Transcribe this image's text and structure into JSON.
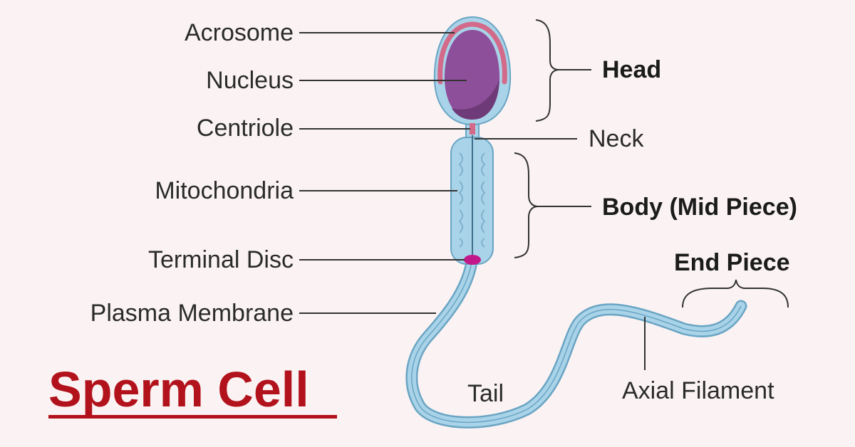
{
  "title": "Sperm Cell",
  "labels": {
    "acrosome": "Acrosome",
    "nucleus": "Nucleus",
    "centriole": "Centriole",
    "mitochondria": "Mitochondria",
    "terminal_disc": "Terminal Disc",
    "plasma_membrane": "Plasma Membrane",
    "head": "Head",
    "neck": "Neck",
    "body": "Body (Mid Piece)",
    "end_piece": "End Piece",
    "tail": "Tail",
    "axial_filament": "Axial Filament"
  },
  "colors": {
    "title": "#b2121b",
    "membrane": "#a9d3e8",
    "membrane_outline": "#6aa5c4",
    "nucleus": "#8e4f9a",
    "acrosome": "#d36a8a",
    "terminal_disc": "#c2188a",
    "background": "#fbf3f3"
  }
}
